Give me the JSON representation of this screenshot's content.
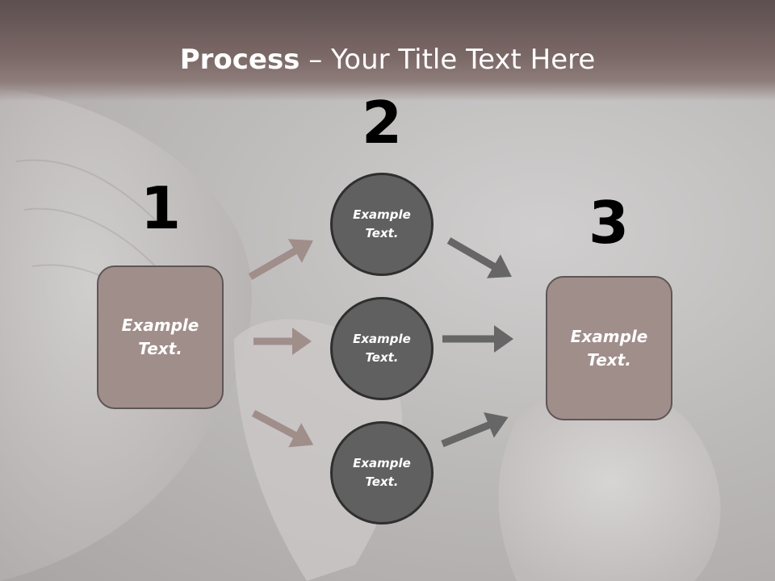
{
  "title": {
    "bold": "Process",
    "rest": " – Your Title Text Here"
  },
  "steps": {
    "one": "1",
    "two": "2",
    "three": "3"
  },
  "nodes": {
    "left_box": [
      "Example",
      "Text."
    ],
    "circle_top": [
      "Example",
      "Text."
    ],
    "circle_middle": [
      "Example",
      "Text."
    ],
    "circle_bottom": [
      "Example",
      "Text."
    ],
    "right_box": [
      "Example",
      "Text."
    ]
  },
  "colors": {
    "header": "#7a6866",
    "box_fill": "#a08e8b",
    "circle_fill": "#606060",
    "arrow_left": "#a08e8b",
    "arrow_right": "#666666"
  }
}
